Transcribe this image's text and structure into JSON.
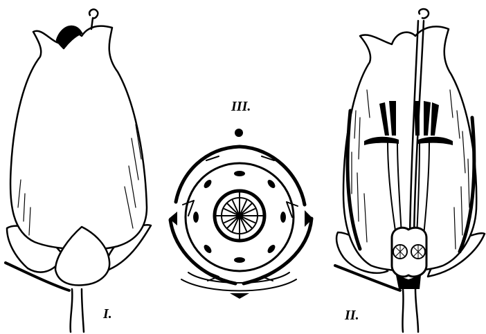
{
  "figures": {
    "fig1": {
      "label": "I."
    },
    "fig2": {
      "label": "II."
    },
    "fig3": {
      "label": "III."
    }
  },
  "ink_color": "#000000",
  "paper_color": "#ffffff"
}
